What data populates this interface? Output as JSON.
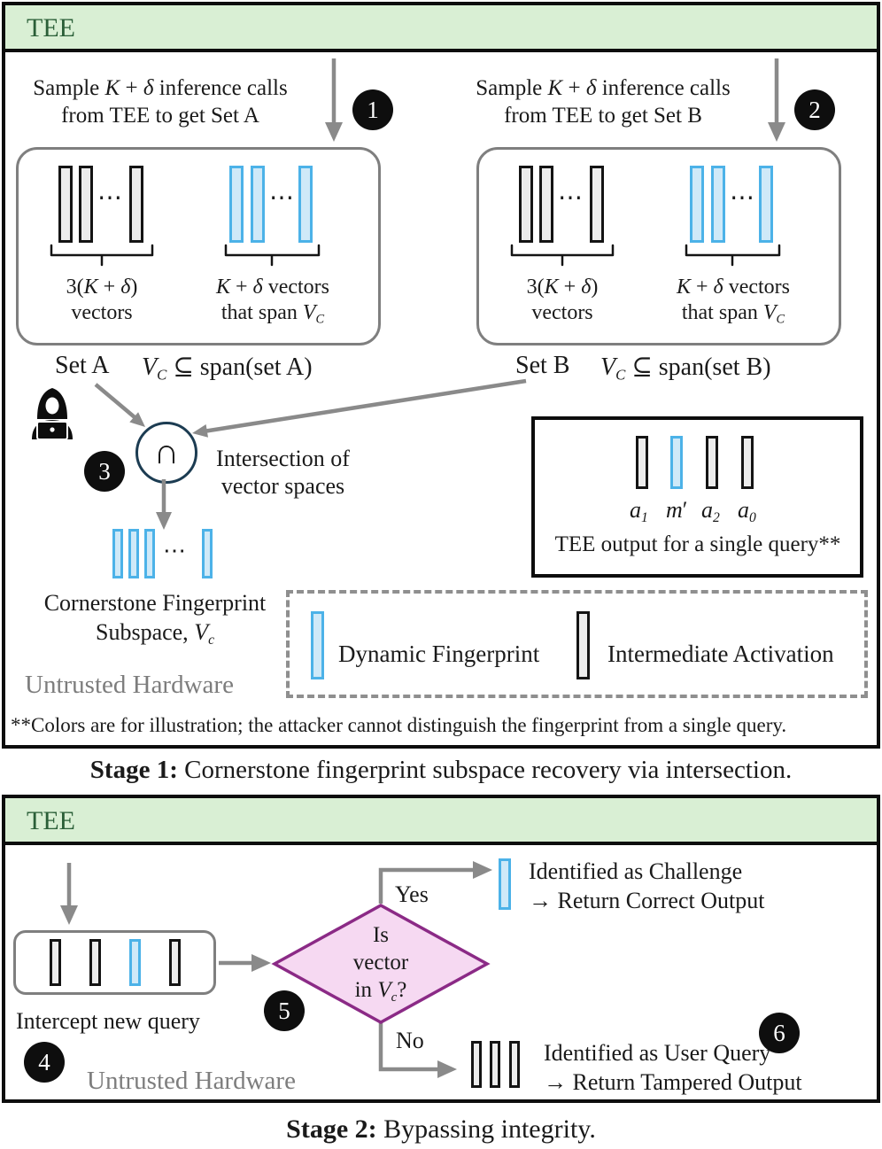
{
  "colors": {
    "banner_green": "#d9efd4",
    "banner_text_green": "#2b5f38",
    "fingerprint_blue_border": "#4cb2e8",
    "fingerprint_blue_fill": "#cfe9f8",
    "activation_gray_fill": "#ececec",
    "diamond_pink_fill": "#f6d9f2",
    "diamond_purple_border": "#8b2a86",
    "arrow_gray": "#8a8a8a",
    "untrusted_gray": "#7d7d7d"
  },
  "stage1": {
    "tee_banner": "TEE",
    "badge_1": "1",
    "badge_2": "2",
    "badge_3": "3",
    "ellipsis": "⋯",
    "sample_a": {
      "line1_parts": [
        {
          "t": "Sample "
        },
        {
          "t": "K",
          "c": "it"
        },
        {
          "t": " + "
        },
        {
          "t": "δ",
          "c": "it"
        },
        {
          "t": " inference calls"
        }
      ],
      "line2": "from TEE to get Set A"
    },
    "sample_b": {
      "line1_parts": [
        {
          "t": "Sample "
        },
        {
          "t": "K",
          "c": "it"
        },
        {
          "t": " + "
        },
        {
          "t": "δ",
          "c": "it"
        },
        {
          "t": " inference calls"
        }
      ],
      "line2": "from TEE to get Set B"
    },
    "set_a": {
      "label": "Set A",
      "formula_parts": [
        {
          "t": "V",
          "c": "it"
        },
        {
          "t": "C",
          "c": "sub"
        },
        {
          "t": " ⊆ span(set A)"
        }
      ],
      "gray_group_line1_parts": [
        {
          "t": "3("
        },
        {
          "t": "K",
          "c": "it"
        },
        {
          "t": " + "
        },
        {
          "t": "δ",
          "c": "it"
        },
        {
          "t": ")"
        }
      ],
      "gray_group_line2": "vectors",
      "blue_group_line1_parts": [
        {
          "t": "K",
          "c": "it"
        },
        {
          "t": " + "
        },
        {
          "t": "δ",
          "c": "it"
        },
        {
          "t": " vectors"
        }
      ],
      "blue_group_line2_parts": [
        {
          "t": "that span "
        },
        {
          "t": "V",
          "c": "it"
        },
        {
          "t": "C",
          "c": "sub"
        }
      ]
    },
    "set_b": {
      "label": "Set B",
      "formula_parts": [
        {
          "t": "V",
          "c": "it"
        },
        {
          "t": "C",
          "c": "sub"
        },
        {
          "t": " ⊆ span(set B)"
        }
      ],
      "gray_group_line1_parts": [
        {
          "t": "3("
        },
        {
          "t": "K",
          "c": "it"
        },
        {
          "t": " + "
        },
        {
          "t": "δ",
          "c": "it"
        },
        {
          "t": ")"
        }
      ],
      "gray_group_line2": "vectors",
      "blue_group_line1_parts": [
        {
          "t": "K",
          "c": "it"
        },
        {
          "t": " + "
        },
        {
          "t": "δ",
          "c": "it"
        },
        {
          "t": " vectors"
        }
      ],
      "blue_group_line2_parts": [
        {
          "t": "that span "
        },
        {
          "t": "V",
          "c": "it"
        },
        {
          "t": "C",
          "c": "sub"
        }
      ]
    },
    "intersection_symbol": "∩",
    "intersection_label_line1": "Intersection of",
    "intersection_label_line2": "vector spaces",
    "cornerstone_line1": "Cornerstone Fingerprint",
    "cornerstone_line2_parts": [
      {
        "t": "Subspace, "
      },
      {
        "t": "V",
        "c": "it"
      },
      {
        "t": "c",
        "c": "sub"
      }
    ],
    "untrusted_label": "Untrusted Hardware",
    "tee_output": {
      "label_a1_parts": [
        {
          "t": "a",
          "c": "it"
        },
        {
          "t": "1",
          "c": "sub"
        }
      ],
      "label_m_parts": [
        {
          "t": "m",
          "c": "it"
        },
        {
          "t": "′"
        }
      ],
      "label_a2_parts": [
        {
          "t": "a",
          "c": "it"
        },
        {
          "t": "2",
          "c": "sub"
        }
      ],
      "label_a0_parts": [
        {
          "t": "a",
          "c": "it"
        },
        {
          "t": "0",
          "c": "sub"
        }
      ],
      "caption": "TEE output for a single query**"
    },
    "legend": {
      "dynamic_label": "Dynamic Fingerprint",
      "intermediate_label": "Intermediate Activation"
    },
    "footnote": "**Colors are for illustration; the attacker cannot distinguish the fingerprint from a single query.",
    "caption_parts": [
      {
        "t": "Stage 1:",
        "c": "b"
      },
      {
        "t": " Cornerstone fingerprint subspace recovery via intersection."
      }
    ]
  },
  "stage2": {
    "tee_banner": "TEE",
    "badge_4": "4",
    "badge_5": "5",
    "badge_6": "6",
    "intercept_label": "Intercept new query",
    "diamond_line1": "Is",
    "diamond_line2": "vector",
    "diamond_line3_parts": [
      {
        "t": "in "
      },
      {
        "t": "V",
        "c": "it"
      },
      {
        "t": "c",
        "c": "sub"
      },
      {
        "t": "?"
      }
    ],
    "yes_label": "Yes",
    "no_label": "No",
    "challenge_line1": "Identified as Challenge",
    "challenge_line2": "→ Return Correct Output",
    "user_line1": "Identified as User Query",
    "user_line2": "→ Return Tampered Output",
    "untrusted_label": "Untrusted Hardware",
    "caption_parts": [
      {
        "t": "Stage 2:",
        "c": "b"
      },
      {
        "t": " Bypassing integrity."
      }
    ]
  }
}
